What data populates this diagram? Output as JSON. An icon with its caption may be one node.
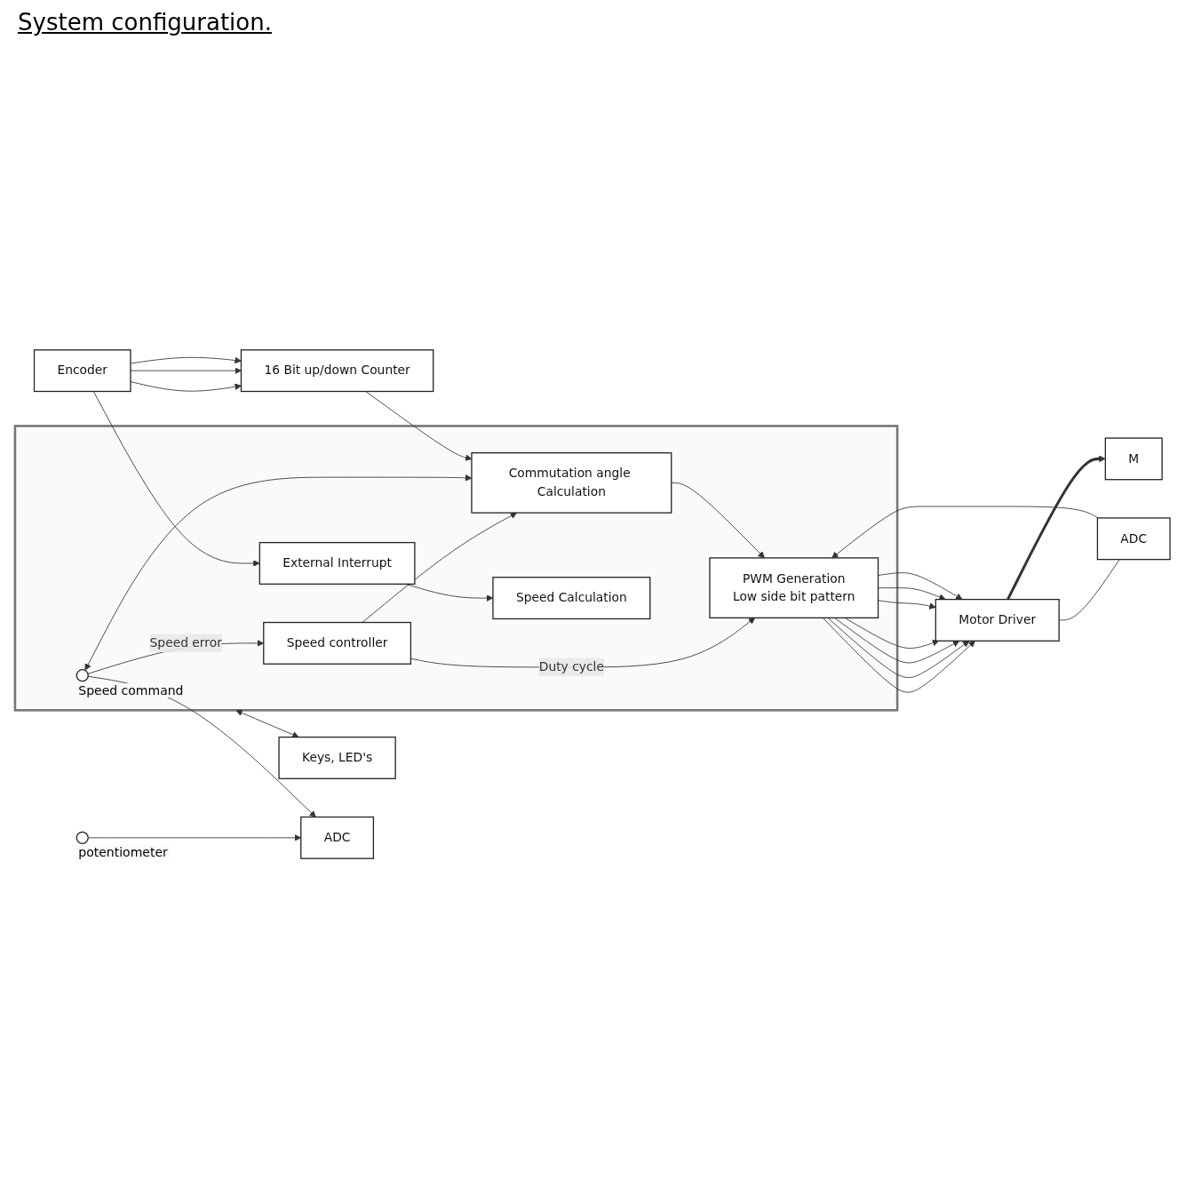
{
  "diagram": {
    "title": "System configuration.",
    "nodes": [
      {
        "text": [],
        "shape": "box"
      },
      {
        "text": [],
        "shape": "circle",
        "in": 0,
        "beside": [
          "Speed command"
        ]
      },
      {
        "text": [
          "Speed controller"
        ],
        "in": 0
      },
      {
        "text": [
          "PWM Generation",
          "Low side bit pattern"
        ],
        "in": 0
      },
      {
        "text": [
          "Motor Driver"
        ]
      },
      {
        "text": [
          "M"
        ]
      },
      {
        "text": [
          "Encoder"
        ]
      },
      {
        "text": [
          "ADC"
        ]
      },
      {
        "text": [
          "Commutation angle Calculation"
        ],
        "in": 0
      },
      {
        "text": [
          "Speed Calculation"
        ],
        "in": 0
      },
      {
        "text": [
          "External Interrupt"
        ],
        "in": 0
      },
      {
        "text": [
          "16 Bit up/down Counter"
        ]
      },
      {
        "text": [
          "Keys, LED's"
        ]
      },
      {
        "text": [
          "ADC"
        ]
      },
      {
        "text": [],
        "shape": "circle",
        "beside": [
          "potentiometer"
        ]
      }
    ],
    "edges": [
      {
        "from": 1,
        "to": 2,
        "arrow": "to",
        "label": "Speed error"
      },
      {
        "from": 2,
        "to": 3,
        "arrow": "to",
        "label": "Duty cycle"
      },
      {
        "from": 3,
        "to": 4,
        "arrow": "to"
      },
      {
        "from": 3,
        "to": 4,
        "arrow": "to"
      },
      {
        "from": 3,
        "to": 4,
        "arrow": "to"
      },
      {
        "from": 3,
        "to": 4,
        "arrow": "to"
      },
      {
        "from": 3,
        "to": 4,
        "arrow": "to"
      },
      {
        "from": 3,
        "to": 4,
        "arrow": "to"
      },
      {
        "from": 3,
        "to": 4,
        "arrow": "to"
      },
      {
        "from": 4,
        "to": 5,
        "arrow": "to",
        "style": "thick"
      },
      {
        "from": 4,
        "to": 7,
        "arrow": "none"
      },
      {
        "from": 7,
        "to": 3,
        "arrow": "to"
      },
      {
        "from": 2,
        "to": 8,
        "arrow": "to"
      },
      {
        "from": 8,
        "to": 3,
        "arrow": "to"
      },
      {
        "from": 1,
        "to": 8,
        "arrow": "both"
      },
      {
        "from": 1,
        "to": 13,
        "arrow": "to"
      },
      {
        "from": 11,
        "to": 8,
        "arrow": "to"
      },
      {
        "from": 10,
        "to": 9,
        "arrow": "to"
      },
      {
        "from": 6,
        "to": 11,
        "arrow": "to"
      },
      {
        "from": 6,
        "to": 11,
        "arrow": "to"
      },
      {
        "from": 6,
        "to": 11,
        "arrow": "to"
      },
      {
        "from": 6,
        "to": 10,
        "arrow": "to"
      },
      {
        "from": 0,
        "to": 12,
        "arrow": "both"
      },
      {
        "from": 14,
        "to": 13,
        "arrow": "to"
      }
    ]
  }
}
